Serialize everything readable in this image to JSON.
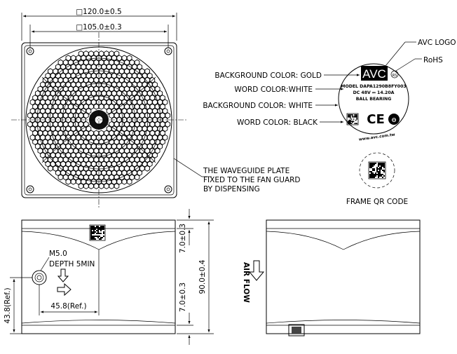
{
  "dimensions": {
    "outer_width": "□120.0±0.5",
    "inner_width": "□105.0±0.3",
    "top_offset": "7.0±0.3",
    "bottom_offset": "7.0±0.3",
    "height": "90.0±0.4",
    "hole_x": "45.8(Ref.)",
    "hole_y": "43.8(Ref.)"
  },
  "hole": {
    "thread": "M5.0",
    "depth": "DEPTH  5MIN"
  },
  "callouts": {
    "avc_logo": "AVC LOGO",
    "rohs": "RoHS",
    "bg_gold": "BACKGROUND COLOR: GOLD",
    "word_white": "WORD COLOR:WHITE",
    "bg_white": "BACKGROUND COLOR: WHITE",
    "word_black": "WORD COLOR: BLACK",
    "waveguide_1": "THE WAVEGUIDE PLATE",
    "waveguide_2": "FIXED TO THE FAN GUARD",
    "waveguide_3": "BY DISPENSING",
    "frame_qr": "FRAME QR CODE",
    "air_flow": "AIR FLOW"
  },
  "label": {
    "brand": "AVC",
    "rohs_mark": "RS",
    "model": "MODEL DAPA1290B8FY003",
    "rating": "DC 48V ⎓ 14.20A",
    "bearing": "BALL BEARING",
    "website": "www.avc.com.tw",
    "ce": "CE"
  }
}
